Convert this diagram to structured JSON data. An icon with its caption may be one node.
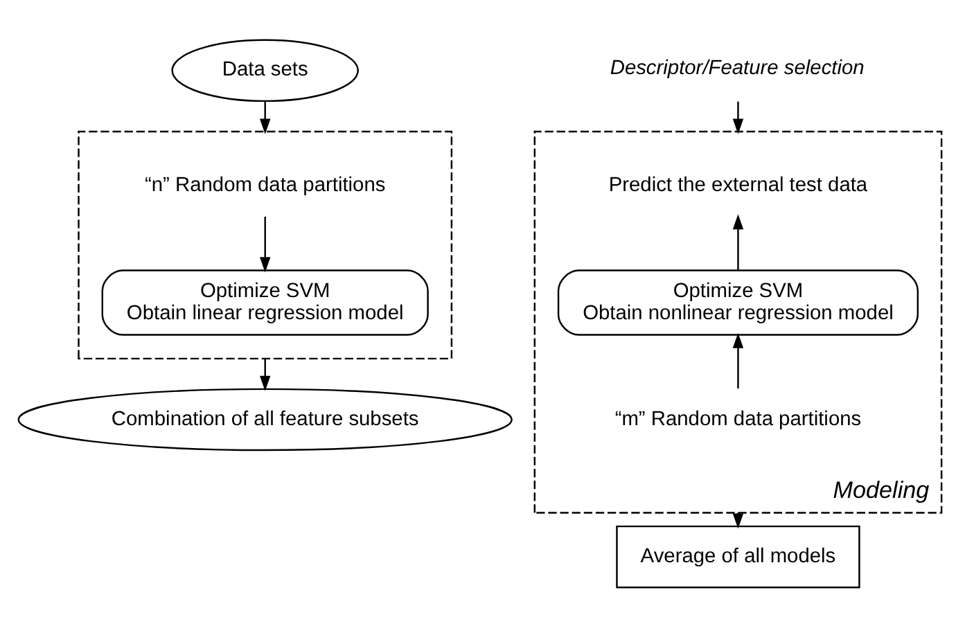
{
  "diagram": {
    "nodes": [
      {
        "text": [
          "Data sets"
        ]
      },
      {
        "text": [],
        "shape": "box"
      },
      {
        "text": [
          "“n” Random data partitions"
        ],
        "in": 1
      },
      {
        "text": [
          "Optimize SVM",
          "Obtain linear regression model"
        ],
        "in": 1
      },
      {
        "text": [
          "Combination of all feature subsets"
        ]
      },
      {
        "text": [
          "Descriptor/Feature selection"
        ]
      },
      {
        "text": [],
        "shape": "box",
        "beside": [
          "Modeling"
        ]
      },
      {
        "text": [
          "Predict the external test data"
        ],
        "in": 6
      },
      {
        "text": [
          "Optimize SVM",
          "Obtain nonlinear regression model"
        ],
        "in": 6
      },
      {
        "text": [
          "“m” Random data partitions"
        ],
        "in": 6
      },
      {
        "text": [
          "Average of all models"
        ]
      }
    ],
    "edges": [
      {
        "from": 0,
        "to": 1,
        "arrow": "to"
      },
      {
        "from": 2,
        "to": 3,
        "arrow": "to"
      },
      {
        "from": 1,
        "to": 4,
        "arrow": "to"
      },
      {
        "from": 5,
        "to": 6,
        "arrow": "to"
      },
      {
        "from": 9,
        "to": 8,
        "arrow": "to"
      },
      {
        "from": 8,
        "to": 7,
        "arrow": "to"
      },
      {
        "from": 6,
        "to": 10,
        "arrow": "to"
      }
    ]
  }
}
